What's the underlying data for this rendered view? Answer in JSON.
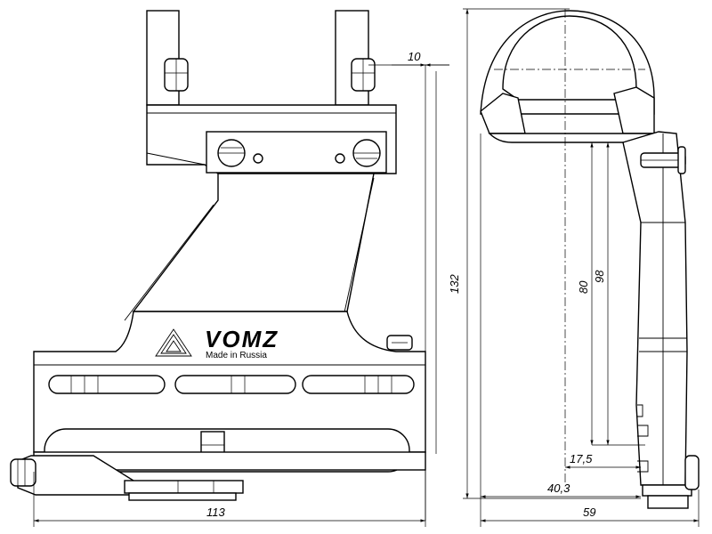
{
  "brand": {
    "name": "VOMZ",
    "tagline": "Made in Russia"
  },
  "dimensions": {
    "front_width": "113",
    "total_height": "132",
    "top_offset": "10",
    "side_depth": "59",
    "offset_40": "40,3",
    "offset_17": "17,5",
    "height_80": "80",
    "height_98": "98"
  }
}
